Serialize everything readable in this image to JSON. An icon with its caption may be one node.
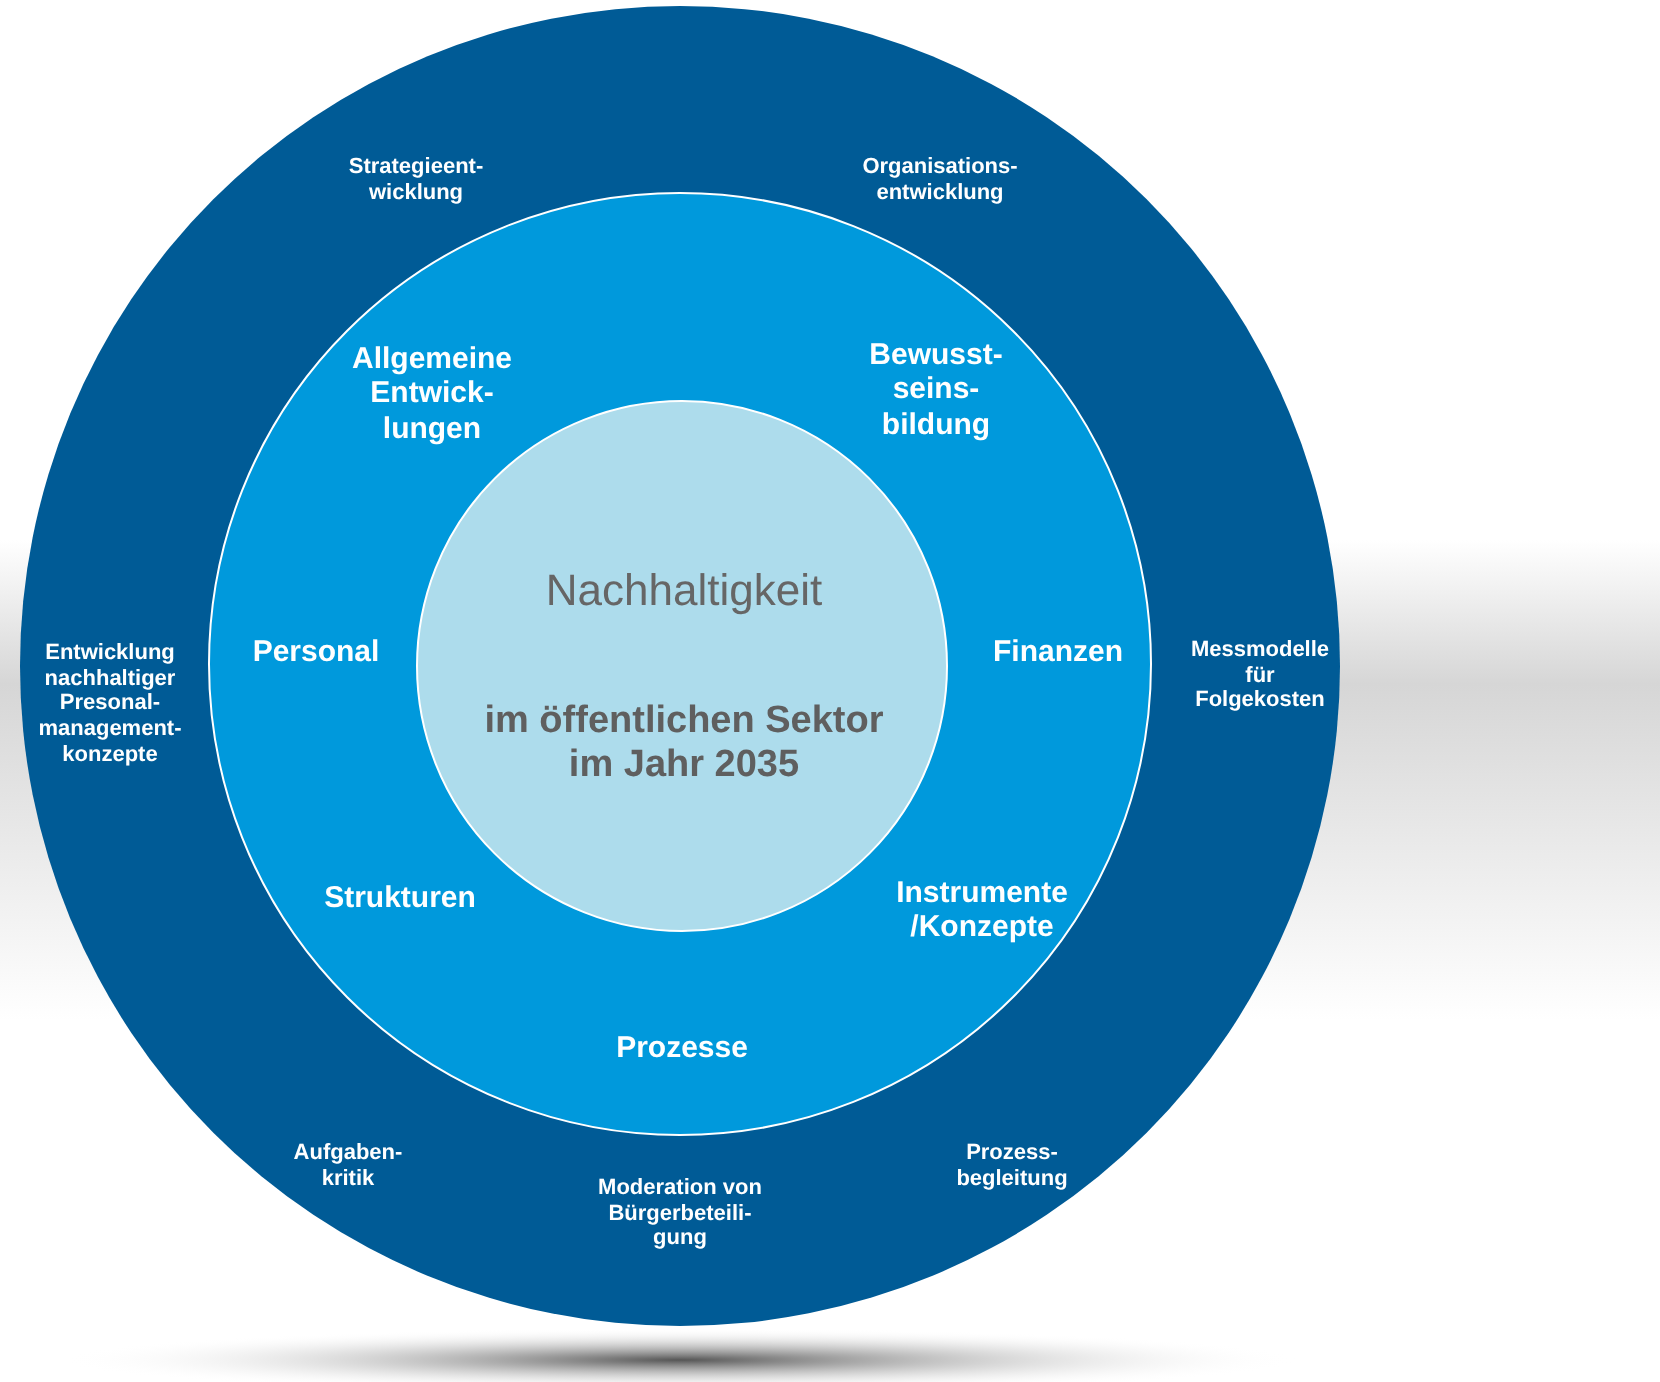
{
  "diagram": {
    "nodes": [
      {
        "text": [
          "Strategieent- wicklung",
          "Organisations- entwicklung",
          "Entwicklung nachhaltiger Presonal- management- konzepte",
          "Messmodelle für Folgekosten",
          "Aufgaben- kritik",
          "Prozess- begleitung",
          "Moderation von Bürgerbeteili- gung"
        ]
      },
      {
        "text": [
          "Allgemeine Entwick- lungen",
          "Bewusst- seins- bildung",
          "Personal",
          "Finanzen",
          "Strukturen",
          "Instrumente /Konzepte",
          "Prozesse"
        ],
        "in": 0
      },
      {
        "text": [
          "Nachhaltigkeit",
          "im öffentlichen Sektor im Jahr 2035"
        ],
        "in": 1
      }
    ]
  }
}
